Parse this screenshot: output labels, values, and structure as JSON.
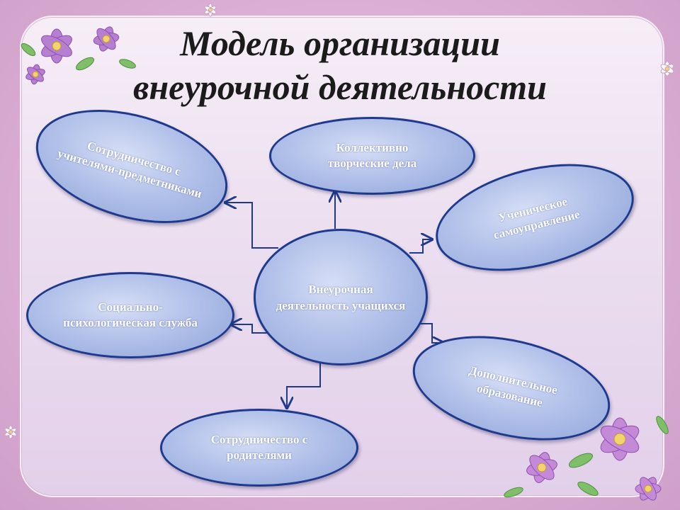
{
  "title": {
    "line1": "Модель организации",
    "line2": "внеурочной деятельности"
  },
  "center": {
    "label": "Внеурочная деятельность учащихся"
  },
  "nodes": {
    "teachers": "Сотрудничество с учителями-предметниками",
    "creative": "Коллективно творческие дела",
    "self_government": "Ученическое самоуправление",
    "psych_service": "Социально-психологическая служба",
    "additional_education": "Дополнительное образование",
    "parents": "Сотрудничество с родителями"
  },
  "colors": {
    "background": "#dcb0d6",
    "panel": "#f0e6f3",
    "node_fill": "#b3c2ea",
    "node_border": "#1f3a8c",
    "connector": "#1f3a8c",
    "title_text": "#1b1b1b",
    "node_text": "#ffffff"
  },
  "decorations": [
    "flower-icon",
    "flower-icon",
    "flower-icon"
  ]
}
